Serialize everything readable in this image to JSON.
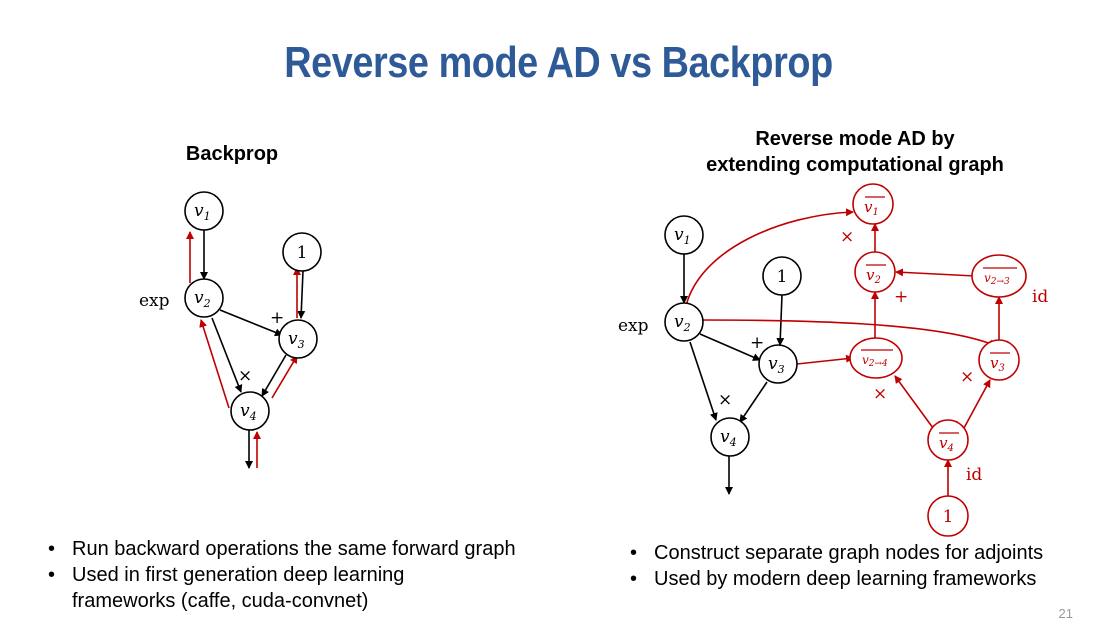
{
  "title": "Reverse mode AD vs Backprop",
  "left": {
    "heading": "Backprop",
    "nodes": {
      "v1": "v",
      "v1_sub": "1",
      "one": "1",
      "v2": "v",
      "v2_sub": "2",
      "v3": "v",
      "v3_sub": "3",
      "v4": "v",
      "v4_sub": "4"
    },
    "labels": {
      "exp": "exp",
      "plus": "+",
      "times": "×"
    },
    "bullets": [
      "Run backward operations the same forward graph",
      "Used in first generation deep learning",
      "frameworks (caffe, cuda-convnet)"
    ]
  },
  "right": {
    "heading_line1": "Reverse mode AD by",
    "heading_line2": "extending computational graph",
    "nodes": {
      "v1": "v",
      "v1_sub": "1",
      "one": "1",
      "v2": "v",
      "v2_sub": "2",
      "v3": "v",
      "v3_sub": "3",
      "v4": "v",
      "v4_sub": "4",
      "adj_v1": "v",
      "adj_v1_sub": "1",
      "adj_v2": "v",
      "adj_v2_sub": "2",
      "adj_v2_3": "v",
      "adj_v2_3_sub": "2→3",
      "adj_v2_4": "v",
      "adj_v2_4_sub": "2→4",
      "adj_v3": "v",
      "adj_v3_sub": "3",
      "adj_v4": "v",
      "adj_v4_sub": "4",
      "adj_one": "1"
    },
    "labels": {
      "exp": "exp",
      "plus": "+",
      "times": "×",
      "red_times_top": "×",
      "red_plus": "+",
      "red_id_top": "id",
      "red_times_mid": "×",
      "red_times_right": "×",
      "red_id_bottom": "id"
    },
    "bullets": [
      "Construct separate graph nodes for adjoints",
      "Used by modern deep learning frameworks"
    ]
  },
  "page_number": "21",
  "colors": {
    "title": "#2f5a98",
    "adjoint": "#c00000"
  }
}
